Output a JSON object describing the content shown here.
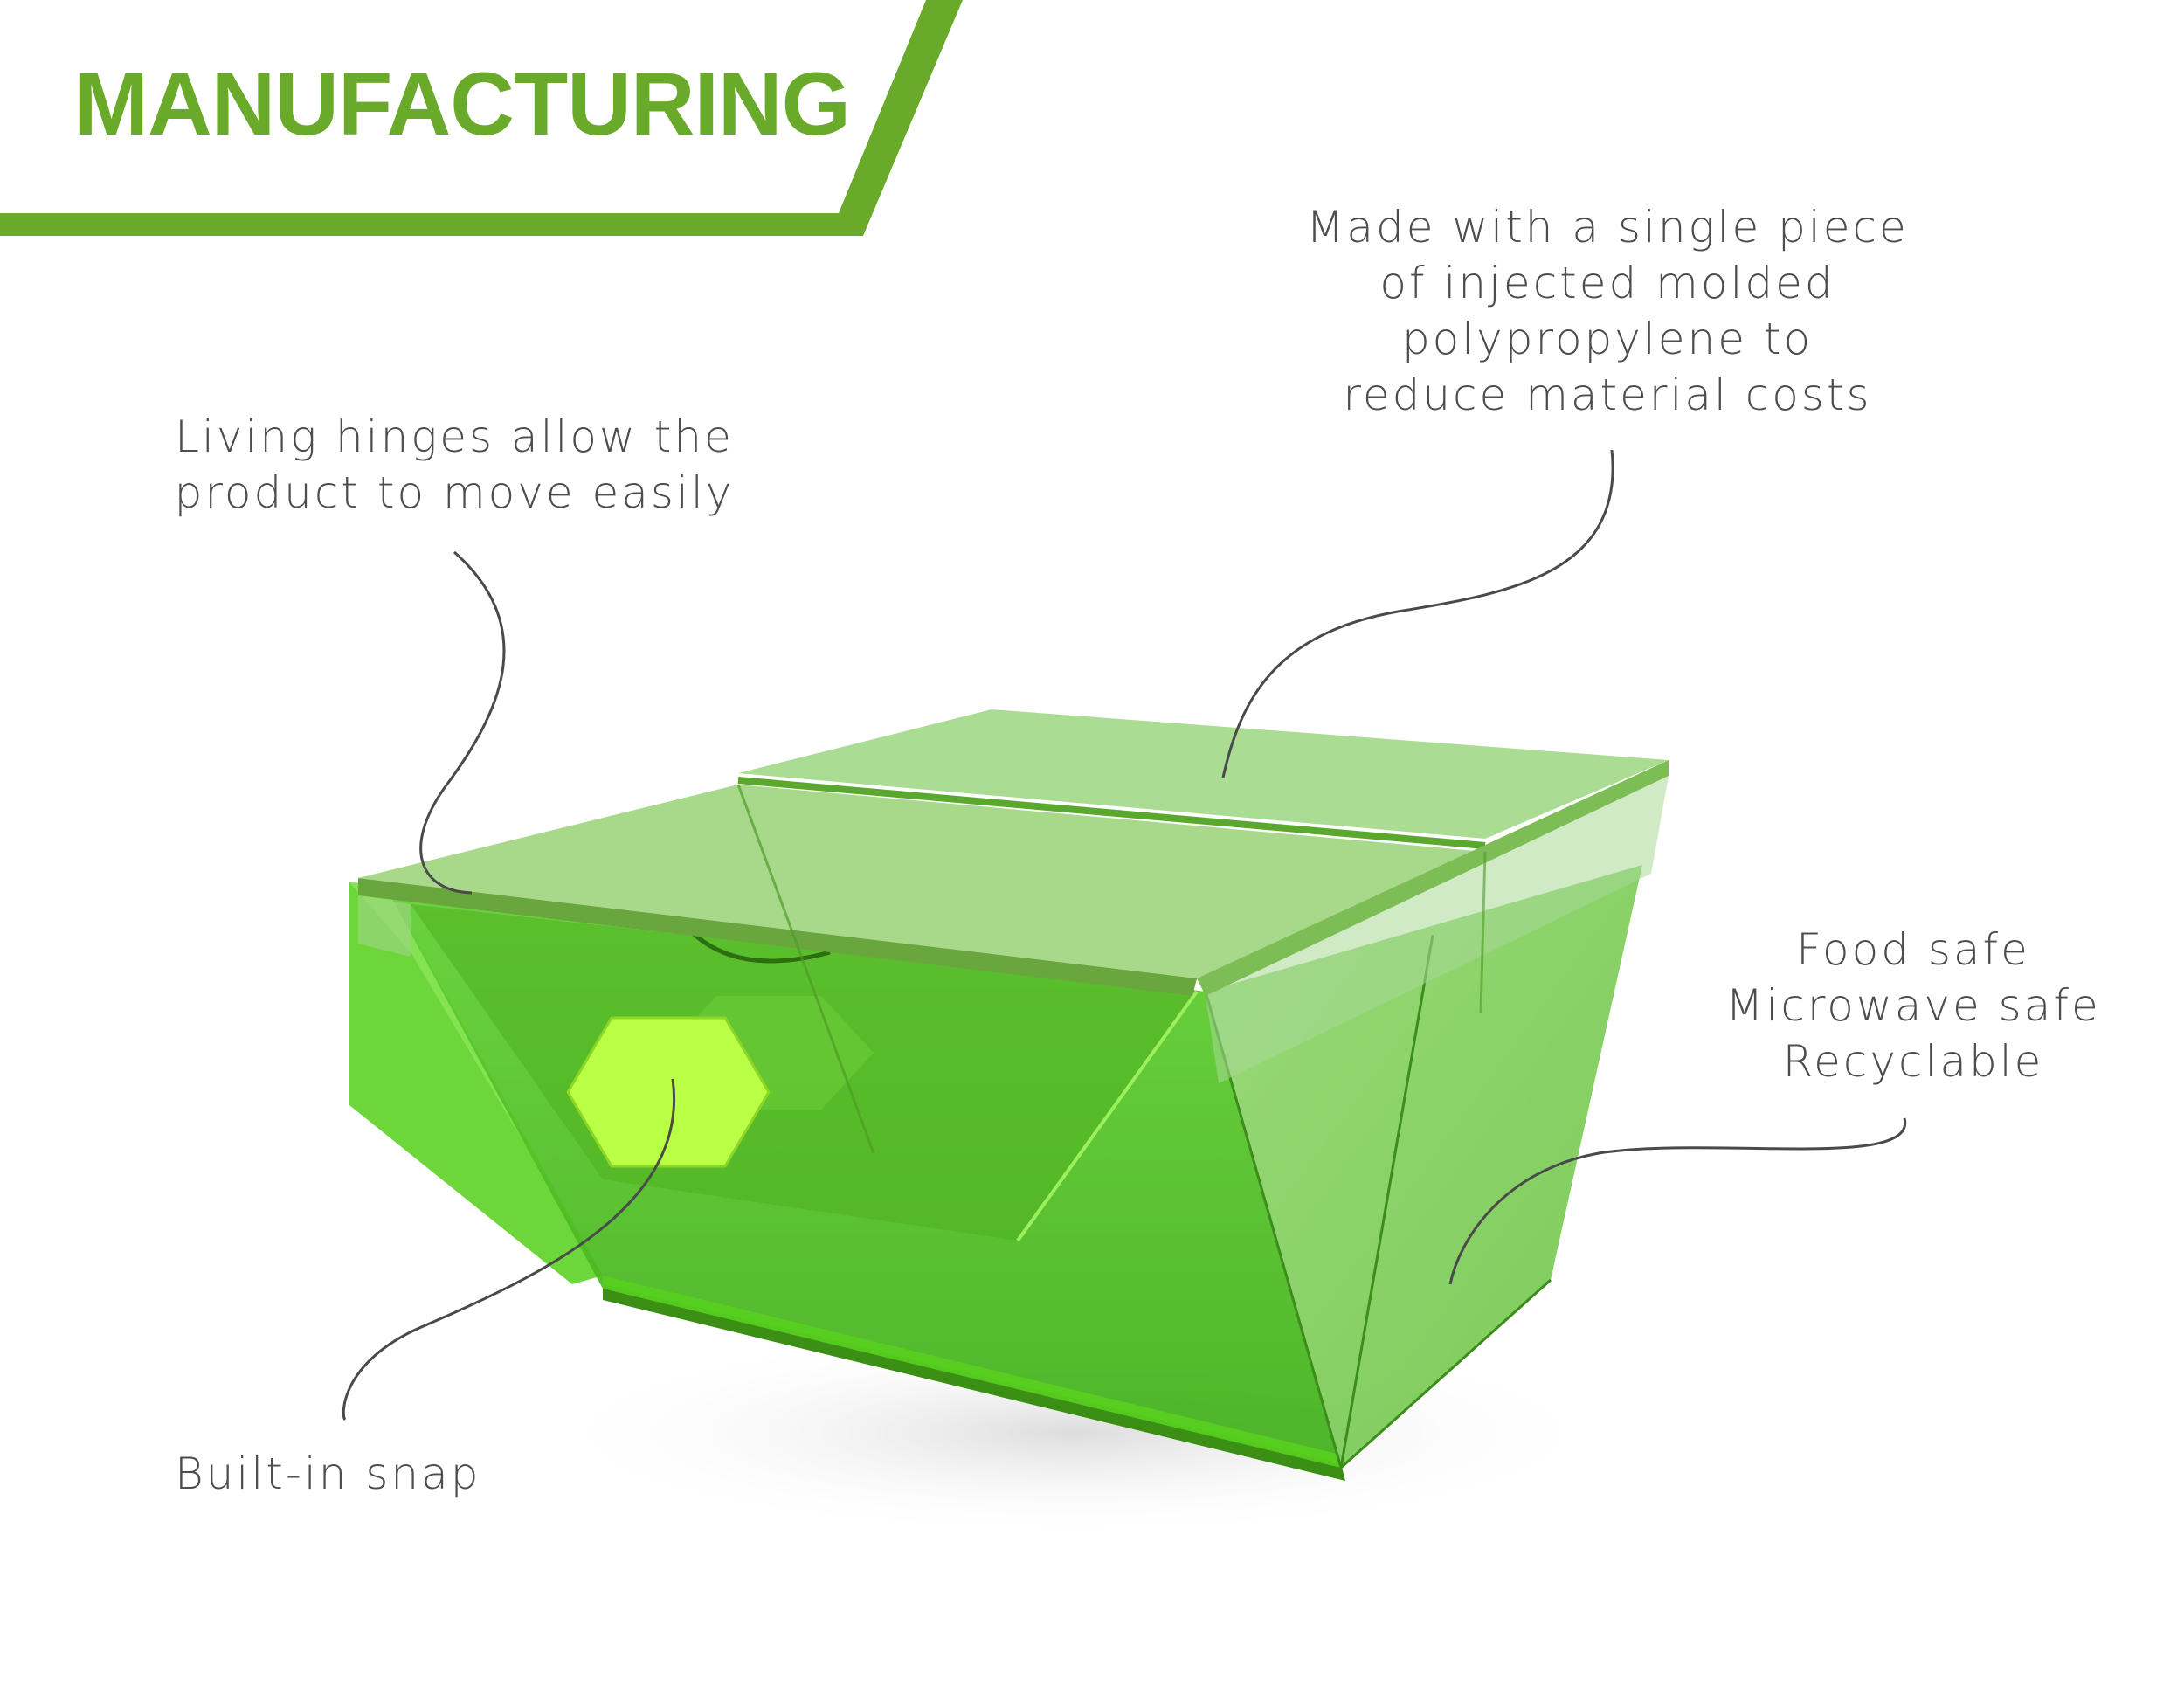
{
  "title": "MANUFACTURING",
  "colors": {
    "accent": "#6aaa2a",
    "text": "#4d4d4d",
    "box_green": "#5dcc2a",
    "snap": "#b8ff45"
  },
  "callouts": {
    "hinges": {
      "lines": [
        "Living hinges allow the",
        "product to move easily"
      ]
    },
    "material": {
      "lines": [
        "Made with a single piece",
        "of injected molded",
        "polypropylene to",
        "reduce material costs"
      ]
    },
    "safety": {
      "lines": [
        "Food safe",
        "Microwave safe",
        "Recyclable"
      ]
    },
    "snap": {
      "lines": [
        "Built-in snap"
      ]
    }
  }
}
